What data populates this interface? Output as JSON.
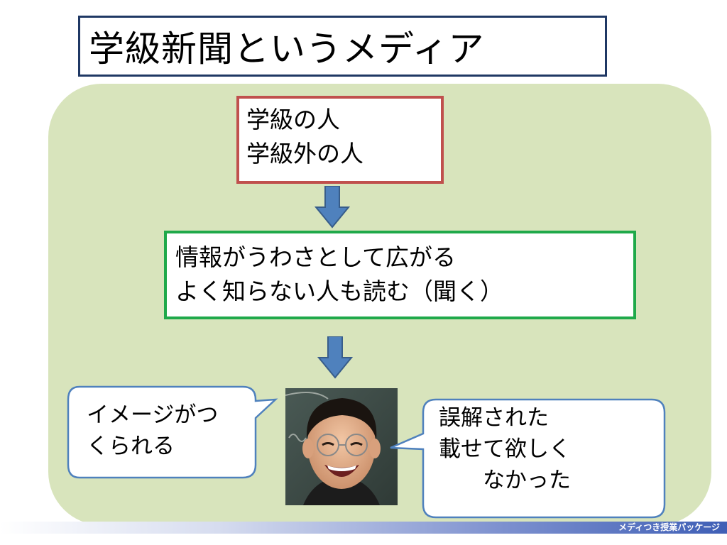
{
  "title": "学級新聞というメディア",
  "top_box": {
    "lines": [
      "学級の人",
      "学級外の人"
    ]
  },
  "middle_box": {
    "lines": [
      "情報がうわさとして広がる",
      "よく知らない人も読む（聞く）"
    ]
  },
  "left_bubble": {
    "lines": [
      "イメージがつ",
      "くられる"
    ]
  },
  "right_bubble": {
    "lines": [
      "誤解された",
      "載せて欲しく",
      "　　なかった"
    ]
  },
  "footer": "メディつき授業パッケージ",
  "colors": {
    "title_border": "#1f3864",
    "panel": "#d8e4bc",
    "red_border": "#c0504d",
    "green_border": "#1fa94a",
    "arrow": "#4f81bd",
    "bubble_border": "#4f81bd"
  }
}
